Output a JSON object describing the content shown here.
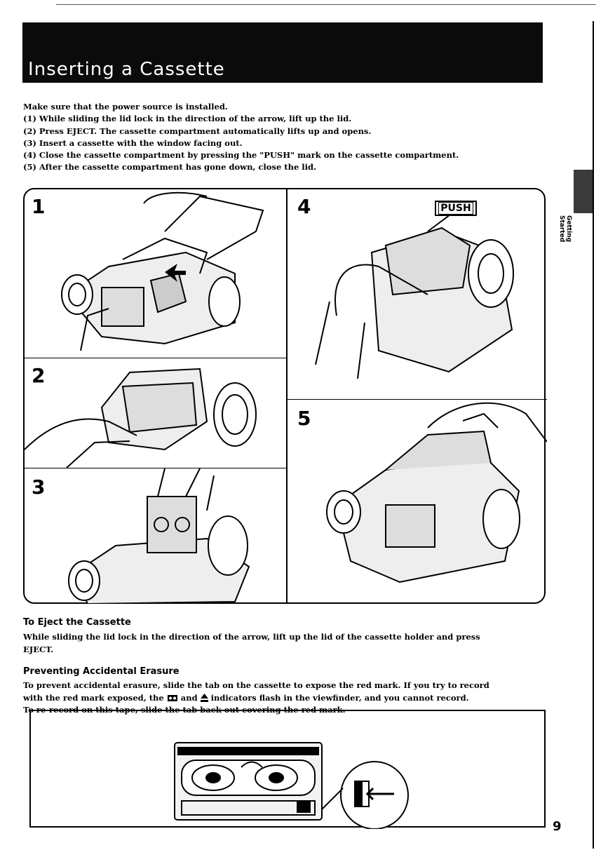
{
  "title": "Inserting a Cassette",
  "side_label": "Getting Started",
  "intro": {
    "lead": "Make sure that the power source is installed.",
    "steps": [
      "(1) While sliding the lid lock in the direction of the arrow, lift up the lid.",
      "(2) Press EJECT. The cassette compartment automatically lifts up and opens.",
      "(3) Insert a cassette with the window facing out.",
      "(4) Close the cassette compartment by pressing the \"PUSH\" mark on the cassette compartment.",
      "(5) After the cassette compartment has gone down, close the lid."
    ]
  },
  "panels": {
    "n1": "1",
    "n2": "2",
    "n3": "3",
    "n4": "4",
    "n5": "5",
    "push_label": "PUSH"
  },
  "eject": {
    "heading": "To Eject the Cassette",
    "line1": "While sliding the lid lock in the direction of the arrow, lift up the lid of the cassette holder and press",
    "line2": "EJECT."
  },
  "erasure": {
    "heading": "Preventing Accidental Erasure",
    "line1": "To prevent accidental erasure, slide the tab on the cassette to expose the red mark. If you try to record",
    "line2_a": "with the red mark exposed, the",
    "line2_b": "and",
    "line2_c": "indicators flash in the viewfinder, and you cannot record.",
    "line3": "To re-record on this tape, slide the tab back out covering the red mark."
  },
  "page_number": "9"
}
